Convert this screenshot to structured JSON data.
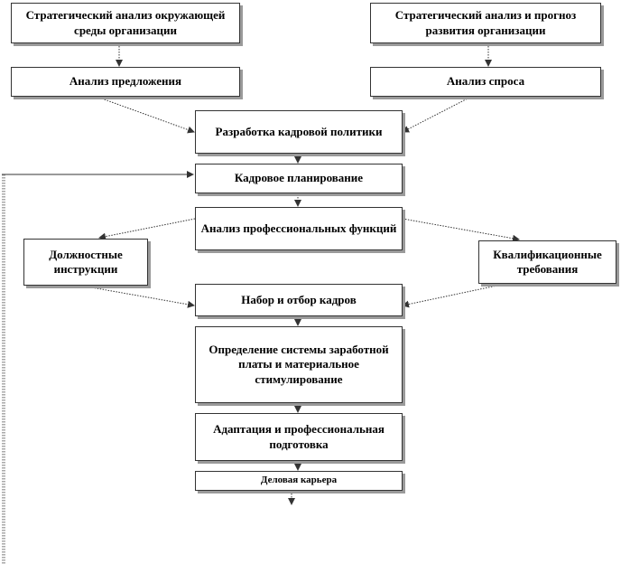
{
  "diagram": {
    "nodes": {
      "env_analysis": "Стратегический анализ окружающей  среды организации",
      "dev_forecast": "Стратегический анализ и прогноз развития организации",
      "supply": "Анализ предложения",
      "demand": "Анализ спроса",
      "policy": "Разработка кадровой политики",
      "planning": "Кадровое планирование",
      "functions": "Анализ профессиональных функций",
      "instructions": "Должностные инструкции",
      "qualification": "Квалификационные требования",
      "recruitment": "Набор и отбор кадров",
      "salary": "Определение системы заработной платы и материальное стимулирование",
      "adaptation": "Адаптация и профессиональная подготовка",
      "career": "Деловая карьера"
    },
    "colors": {
      "line": "#333333",
      "shadow": "#9a9a9a",
      "feedback_line": "#555555"
    }
  }
}
